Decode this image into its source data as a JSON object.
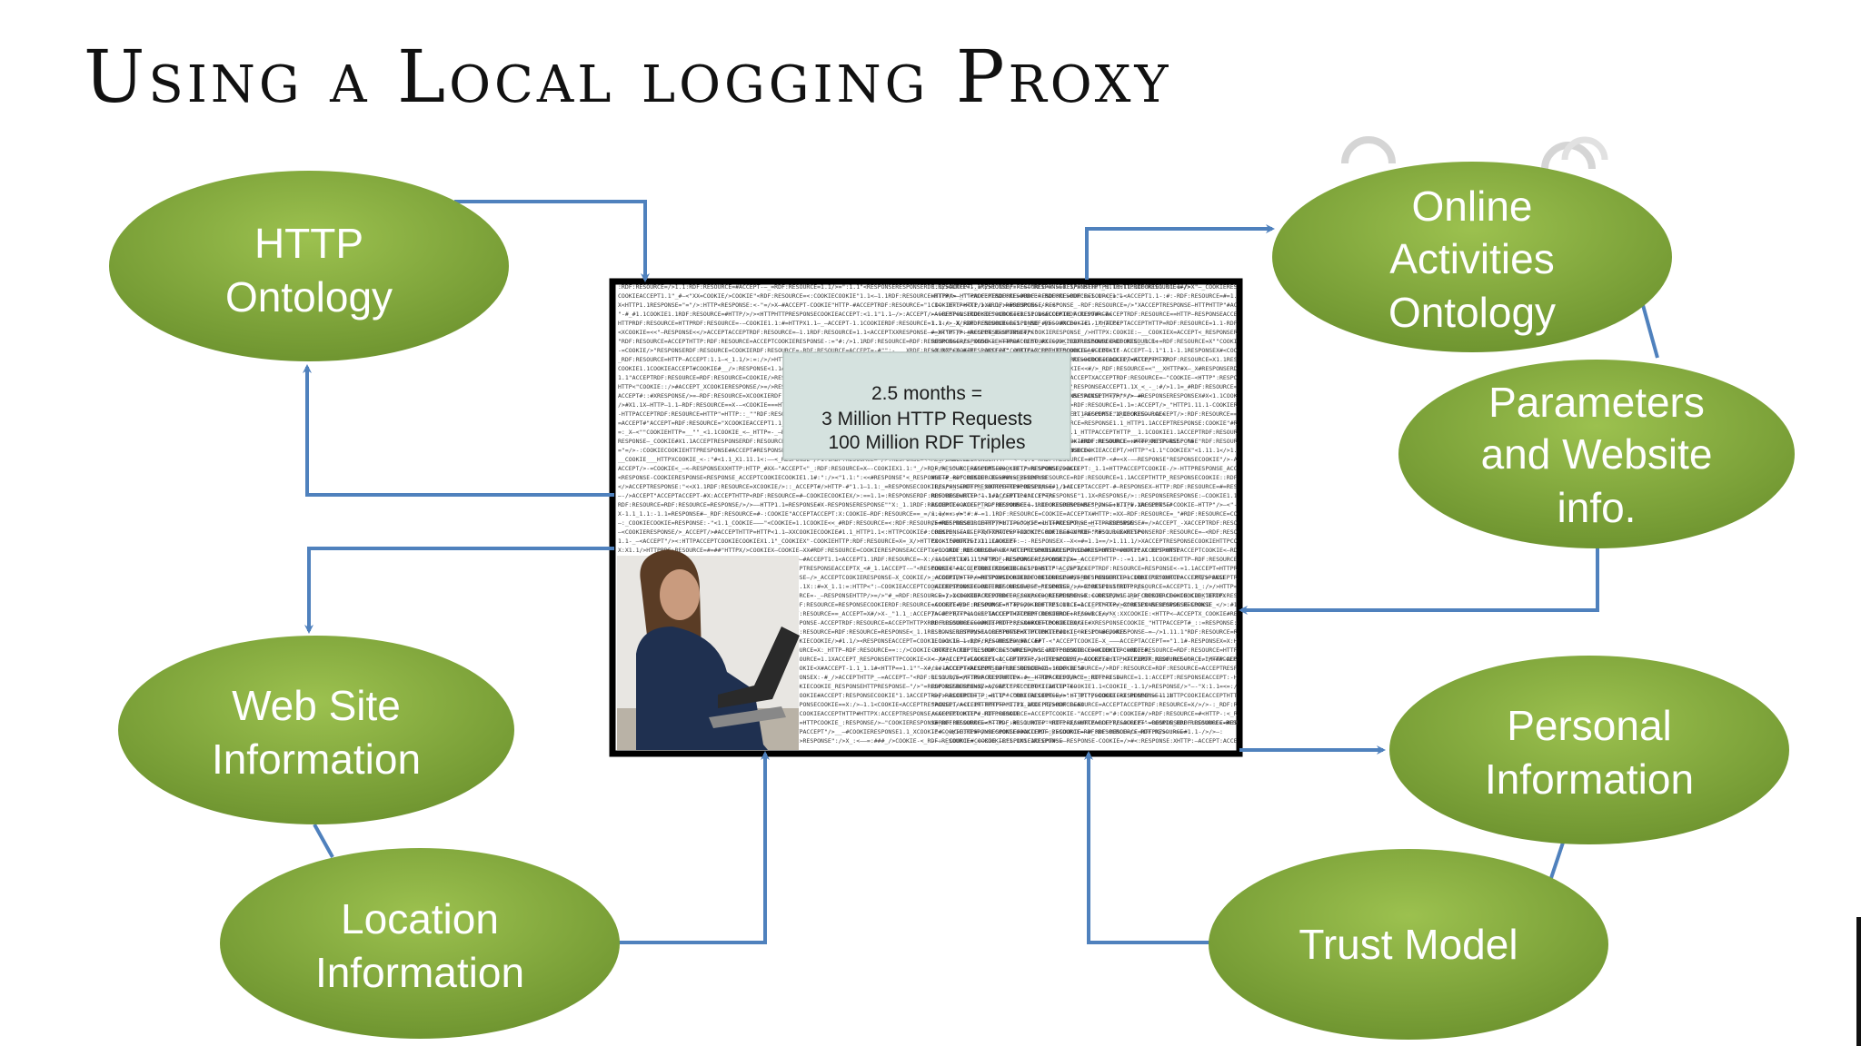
{
  "title": "Using a Local logging Proxy",
  "nodes": {
    "http_ontology": [
      "HTTP",
      "Ontology"
    ],
    "online_activities": [
      "Online",
      "Activities",
      "Ontology"
    ],
    "parameters": [
      "Parameters",
      "and Website",
      "info."
    ],
    "web_site_info": [
      "Web Site",
      "Information"
    ],
    "location_info": [
      "Location",
      "Information"
    ],
    "personal_info": [
      "Personal",
      "Information"
    ],
    "trust_model": [
      "Trust Model"
    ]
  },
  "center_box": {
    "lines": [
      "2.5 months =",
      "3 Million HTTP Requests",
      "100 Million RDF Triples"
    ]
  },
  "colors": {
    "oval_fill": "#7ea43a",
    "oval_gradient_light": "#9cc14f",
    "arrow": "#4f81bd",
    "box_fill": "#d5e2df"
  }
}
